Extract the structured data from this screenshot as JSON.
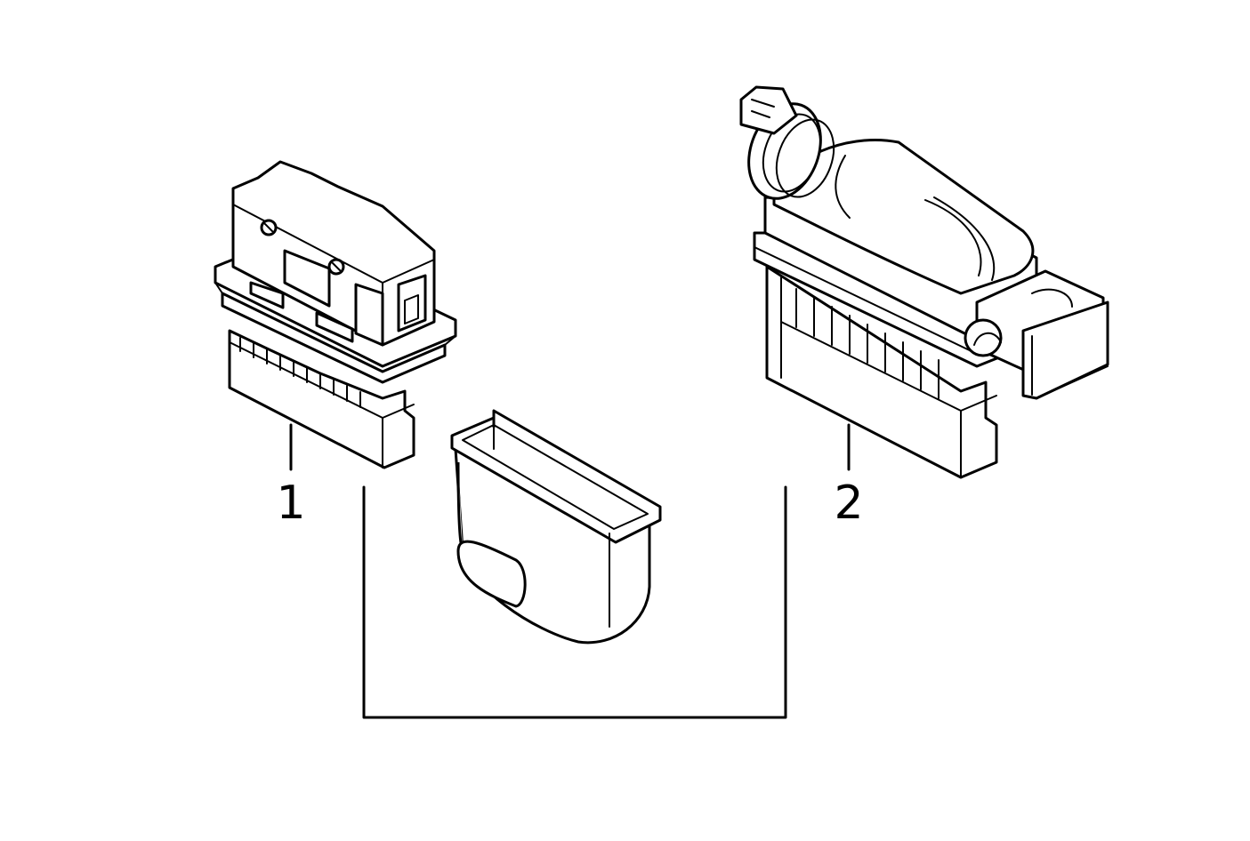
{
  "callouts": [
    {
      "id": "part-1",
      "label": "1"
    },
    {
      "id": "part-2",
      "label": "2"
    }
  ],
  "colors": {
    "background": "#ffffff",
    "line": "#000000"
  }
}
